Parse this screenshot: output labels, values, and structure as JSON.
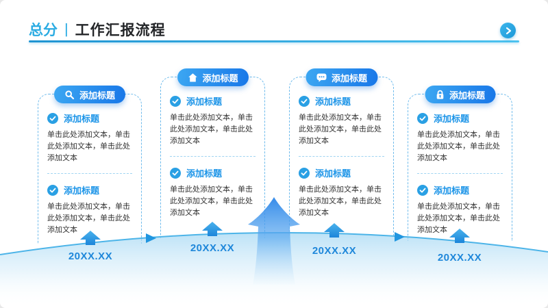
{
  "header": {
    "badge": "总分",
    "separator": "|",
    "title": "工作汇报流程",
    "nav_icon": "chevron-right-icon"
  },
  "cards": [
    {
      "icon": "search-icon",
      "pill_label": "添加标题",
      "sections": [
        {
          "title": "添加标题",
          "body": "单击此处添加文本，单击此处添加文本，单击此处添加文本"
        },
        {
          "title": "添加标题",
          "body": "单击此处添加文本，单击此处添加文本，单击此处添加文本"
        }
      ]
    },
    {
      "icon": "home-icon",
      "pill_label": "添加标题",
      "sections": [
        {
          "title": "添加标题",
          "body": "单击此处添加文本，单击此处添加文本，单击此处添加文本"
        },
        {
          "title": "添加标题",
          "body": "单击此处添加文本，单击此处添加文本，单击此处添加文本"
        }
      ]
    },
    {
      "icon": "chat-icon",
      "pill_label": "添加标题",
      "sections": [
        {
          "title": "添加标题",
          "body": "单击此处添加文本，单击此处添加文本，单击此处添加文本"
        },
        {
          "title": "添加标题",
          "body": "单击此处添加文本，单击此处添加文本，单击此处添加文本"
        }
      ]
    },
    {
      "icon": "lock-icon",
      "pill_label": "添加标题",
      "sections": [
        {
          "title": "添加标题",
          "body": "单击此处添加文本，单击此处添加文本，单击此处添加文本"
        },
        {
          "title": "添加标题",
          "body": "单击此处添加文本，单击此处添加文本，单击此处添加文本"
        }
      ]
    }
  ],
  "timeline": {
    "dates": [
      "20XX.XX",
      "20XX.XX",
      "20XX.XX",
      "20XX.XX"
    ]
  },
  "colors": {
    "accent": "#29a9e1",
    "pill_gradient_start": "#3ca7f2",
    "pill_gradient_end": "#1877e8",
    "section_title": "#1d95e8",
    "body_text": "#333333",
    "date_text": "#1e87da",
    "card_border": "#6ebbec",
    "curve_stroke": "#4cb4e8"
  }
}
